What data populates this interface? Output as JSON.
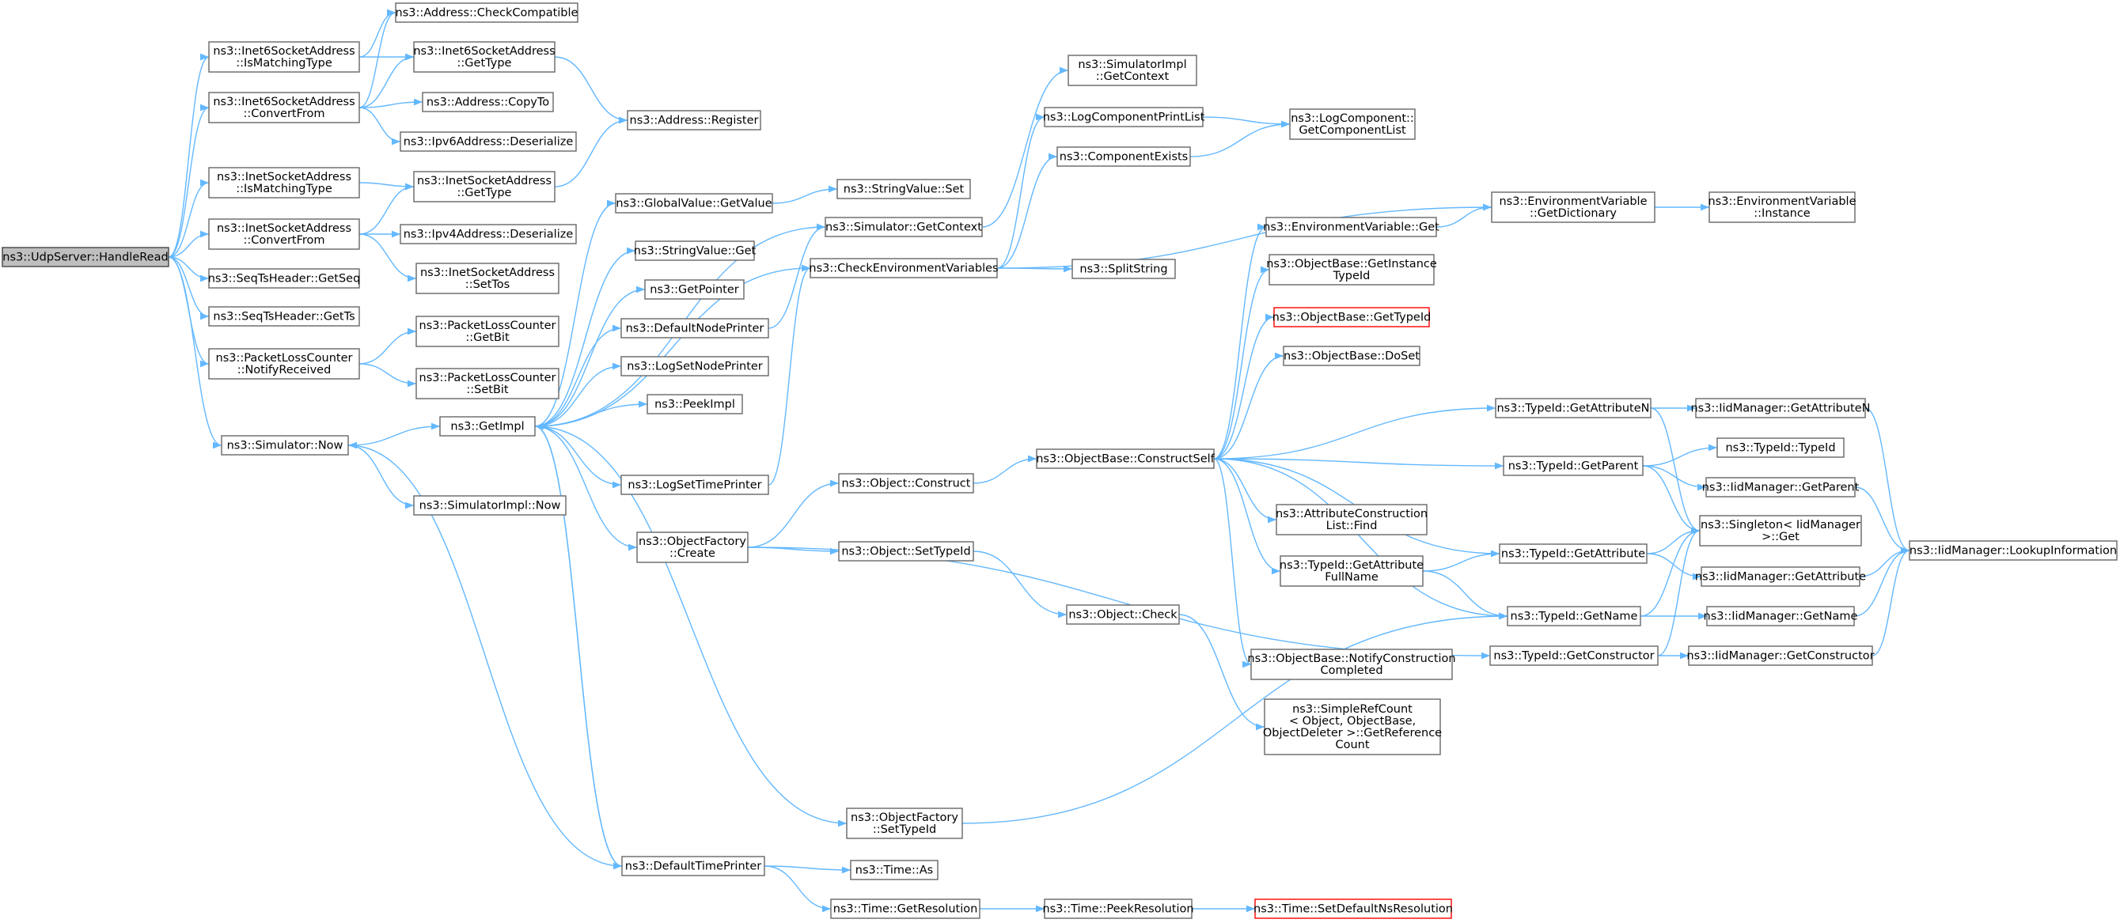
{
  "title": "ns3::UdpServer::HandleRead",
  "colors": {
    "edge": "#63b8ff",
    "node_border": "#666666",
    "root_fill": "#bfbfbf",
    "highlight_border": "#ff0000"
  },
  "nodes": [
    {
      "id": "n0",
      "lines": [
        "ns3::UdpServer::HandleRead"
      ],
      "root": true
    },
    {
      "id": "n1",
      "lines": [
        "ns3::Address::CheckCompatible"
      ]
    },
    {
      "id": "n2",
      "lines": [
        "ns3::Inet6SocketAddress",
        "::IsMatchingType"
      ]
    },
    {
      "id": "n3",
      "lines": [
        "ns3::Inet6SocketAddress",
        "::GetType"
      ]
    },
    {
      "id": "n4",
      "lines": [
        "ns3::Inet6SocketAddress",
        "::ConvertFrom"
      ]
    },
    {
      "id": "n5",
      "lines": [
        "ns3::Address::CopyTo"
      ]
    },
    {
      "id": "n6",
      "lines": [
        "ns3::Address::Register"
      ]
    },
    {
      "id": "n7",
      "lines": [
        "ns3::Ipv6Address::Deserialize"
      ]
    },
    {
      "id": "n8",
      "lines": [
        "ns3::InetSocketAddress",
        "::IsMatchingType"
      ]
    },
    {
      "id": "n9",
      "lines": [
        "ns3::InetSocketAddress",
        "::GetType"
      ]
    },
    {
      "id": "n10",
      "lines": [
        "ns3::InetSocketAddress",
        "::ConvertFrom"
      ]
    },
    {
      "id": "n11",
      "lines": [
        "ns3::Ipv4Address::Deserialize"
      ]
    },
    {
      "id": "n12",
      "lines": [
        "ns3::InetSocketAddress",
        "::SetTos"
      ]
    },
    {
      "id": "n13",
      "lines": [
        "ns3::SeqTsHeader::GetSeq"
      ]
    },
    {
      "id": "n14",
      "lines": [
        "ns3::SeqTsHeader::GetTs"
      ]
    },
    {
      "id": "n15",
      "lines": [
        "ns3::PacketLossCounter",
        "::NotifyReceived"
      ]
    },
    {
      "id": "n16",
      "lines": [
        "ns3::PacketLossCounter",
        "::GetBit"
      ]
    },
    {
      "id": "n17",
      "lines": [
        "ns3::PacketLossCounter",
        "::SetBit"
      ]
    },
    {
      "id": "n18",
      "lines": [
        "ns3::Simulator::Now"
      ]
    },
    {
      "id": "n19",
      "lines": [
        "ns3::SimulatorImpl::Now"
      ]
    },
    {
      "id": "n20",
      "lines": [
        "ns3::GetImpl"
      ]
    },
    {
      "id": "n21",
      "lines": [
        "ns3::GlobalValue::GetValue"
      ]
    },
    {
      "id": "n22",
      "lines": [
        "ns3::StringValue::Set"
      ]
    },
    {
      "id": "n23",
      "lines": [
        "ns3::StringValue::Get"
      ]
    },
    {
      "id": "n24",
      "lines": [
        "ns3::GetPointer"
      ]
    },
    {
      "id": "n25",
      "lines": [
        "ns3::DefaultNodePrinter"
      ]
    },
    {
      "id": "n26",
      "lines": [
        "ns3::LogSetNodePrinter"
      ]
    },
    {
      "id": "n27",
      "lines": [
        "ns3::PeekImpl"
      ]
    },
    {
      "id": "n28",
      "lines": [
        "ns3::LogSetTimePrinter"
      ]
    },
    {
      "id": "n29",
      "lines": [
        "ns3::ObjectFactory",
        "::Create"
      ]
    },
    {
      "id": "n30",
      "lines": [
        "ns3::DefaultTimePrinter"
      ]
    },
    {
      "id": "n31",
      "lines": [
        "ns3::Simulator::GetContext"
      ]
    },
    {
      "id": "n32",
      "lines": [
        "ns3::CheckEnvironmentVariables"
      ]
    },
    {
      "id": "n33",
      "lines": [
        "ns3::SimulatorImpl",
        "::GetContext"
      ]
    },
    {
      "id": "n34",
      "lines": [
        "ns3::LogComponentPrintList"
      ]
    },
    {
      "id": "n35",
      "lines": [
        "ns3::ComponentExists"
      ]
    },
    {
      "id": "n36",
      "lines": [
        "ns3::SplitString"
      ]
    },
    {
      "id": "n37",
      "lines": [
        "ns3::LogComponent::",
        "GetComponentList"
      ]
    },
    {
      "id": "n38",
      "lines": [
        "ns3::EnvironmentVariable",
        "::GetDictionary"
      ]
    },
    {
      "id": "n39",
      "lines": [
        "ns3::EnvironmentVariable",
        "::Instance"
      ]
    },
    {
      "id": "n40",
      "lines": [
        "ns3::Object::Construct"
      ]
    },
    {
      "id": "n41",
      "lines": [
        "ns3::Object::SetTypeId"
      ]
    },
    {
      "id": "n42",
      "lines": [
        "ns3::Object::Check"
      ]
    },
    {
      "id": "n43",
      "lines": [
        "ns3::ObjectFactory",
        "::SetTypeId"
      ]
    },
    {
      "id": "n44",
      "lines": [
        "ns3::Time::As"
      ]
    },
    {
      "id": "n45",
      "lines": [
        "ns3::Time::GetResolution"
      ]
    },
    {
      "id": "n46",
      "lines": [
        "ns3::Time::PeekResolution"
      ]
    },
    {
      "id": "n47",
      "lines": [
        "ns3::Time::SetDefaultNsResolution"
      ],
      "red": true
    },
    {
      "id": "n48",
      "lines": [
        "ns3::ObjectBase::ConstructSelf"
      ]
    },
    {
      "id": "n49",
      "lines": [
        "ns3::EnvironmentVariable::Get"
      ]
    },
    {
      "id": "n50",
      "lines": [
        "ns3::ObjectBase::GetInstance",
        "TypeId"
      ]
    },
    {
      "id": "n51",
      "lines": [
        "ns3::ObjectBase::GetTypeId"
      ],
      "red": true
    },
    {
      "id": "n52",
      "lines": [
        "ns3::ObjectBase::DoSet"
      ]
    },
    {
      "id": "n53",
      "lines": [
        "ns3::AttributeConstruction",
        "List::Find"
      ]
    },
    {
      "id": "n54",
      "lines": [
        "ns3::TypeId::GetAttribute",
        "FullName"
      ]
    },
    {
      "id": "n55",
      "lines": [
        "ns3::ObjectBase::NotifyConstruction",
        "Completed"
      ]
    },
    {
      "id": "n56",
      "lines": [
        "ns3::SimpleRefCount",
        "< Object, ObjectBase,",
        "ObjectDeleter >::GetReference",
        "Count"
      ]
    },
    {
      "id": "n57",
      "lines": [
        "ns3::TypeId::GetAttributeN"
      ]
    },
    {
      "id": "n58",
      "lines": [
        "ns3::TypeId::GetParent"
      ]
    },
    {
      "id": "n59",
      "lines": [
        "ns3::TypeId::GetAttribute"
      ]
    },
    {
      "id": "n60",
      "lines": [
        "ns3::TypeId::GetName"
      ]
    },
    {
      "id": "n61",
      "lines": [
        "ns3::TypeId::GetConstructor"
      ]
    },
    {
      "id": "n62",
      "lines": [
        "ns3::IidManager::GetAttributeN"
      ]
    },
    {
      "id": "n63",
      "lines": [
        "ns3::TypeId::TypeId"
      ]
    },
    {
      "id": "n64",
      "lines": [
        "ns3::IidManager::GetParent"
      ]
    },
    {
      "id": "n65",
      "lines": [
        "ns3::Singleton< IidManager",
        " >::Get"
      ]
    },
    {
      "id": "n66",
      "lines": [
        "ns3::IidManager::GetAttribute"
      ]
    },
    {
      "id": "n67",
      "lines": [
        "ns3::IidManager::GetName"
      ]
    },
    {
      "id": "n68",
      "lines": [
        "ns3::IidManager::GetConstructor"
      ]
    },
    {
      "id": "n69",
      "lines": [
        "ns3::IidManager::LookupInformation"
      ]
    }
  ],
  "edges": [
    [
      "n0",
      "n2"
    ],
    [
      "n0",
      "n4"
    ],
    [
      "n0",
      "n8"
    ],
    [
      "n0",
      "n10"
    ],
    [
      "n0",
      "n13"
    ],
    [
      "n0",
      "n14"
    ],
    [
      "n0",
      "n15"
    ],
    [
      "n0",
      "n18"
    ],
    [
      "n2",
      "n1"
    ],
    [
      "n2",
      "n3"
    ],
    [
      "n4",
      "n1"
    ],
    [
      "n4",
      "n3"
    ],
    [
      "n4",
      "n5"
    ],
    [
      "n4",
      "n7"
    ],
    [
      "n3",
      "n6"
    ],
    [
      "n8",
      "n9"
    ],
    [
      "n10",
      "n9"
    ],
    [
      "n10",
      "n11"
    ],
    [
      "n10",
      "n12"
    ],
    [
      "n9",
      "n6"
    ],
    [
      "n15",
      "n16"
    ],
    [
      "n15",
      "n17"
    ],
    [
      "n18",
      "n19"
    ],
    [
      "n18",
      "n20"
    ],
    [
      "n20",
      "n21"
    ],
    [
      "n20",
      "n23"
    ],
    [
      "n20",
      "n24"
    ],
    [
      "n20",
      "n25"
    ],
    [
      "n20",
      "n26"
    ],
    [
      "n20",
      "n27"
    ],
    [
      "n20",
      "n28"
    ],
    [
      "n20",
      "n29"
    ],
    [
      "n20",
      "n30"
    ],
    [
      "n20",
      "n31"
    ],
    [
      "n20",
      "n32"
    ],
    [
      "n20",
      "n43"
    ],
    [
      "n21",
      "n22"
    ],
    [
      "n25",
      "n31"
    ],
    [
      "n28",
      "n32"
    ],
    [
      "n30",
      "n18"
    ],
    [
      "n30",
      "n20"
    ],
    [
      "n30",
      "n44"
    ],
    [
      "n30",
      "n45"
    ],
    [
      "n31",
      "n33"
    ],
    [
      "n32",
      "n34"
    ],
    [
      "n32",
      "n35"
    ],
    [
      "n32",
      "n36"
    ],
    [
      "n32",
      "n38"
    ],
    [
      "n34",
      "n37"
    ],
    [
      "n35",
      "n37"
    ],
    [
      "n38",
      "n39"
    ],
    [
      "n29",
      "n40"
    ],
    [
      "n29",
      "n41"
    ],
    [
      "n29",
      "n61"
    ],
    [
      "n40",
      "n48"
    ],
    [
      "n41",
      "n42"
    ],
    [
      "n42",
      "n56"
    ],
    [
      "n43",
      "n60"
    ],
    [
      "n45",
      "n46"
    ],
    [
      "n46",
      "n47"
    ],
    [
      "n48",
      "n49"
    ],
    [
      "n48",
      "n50"
    ],
    [
      "n48",
      "n51"
    ],
    [
      "n48",
      "n52"
    ],
    [
      "n48",
      "n53"
    ],
    [
      "n48",
      "n54"
    ],
    [
      "n48",
      "n55"
    ],
    [
      "n48",
      "n57"
    ],
    [
      "n48",
      "n58"
    ],
    [
      "n48",
      "n59"
    ],
    [
      "n48",
      "n60"
    ],
    [
      "n49",
      "n38"
    ],
    [
      "n54",
      "n59"
    ],
    [
      "n54",
      "n60"
    ],
    [
      "n57",
      "n62"
    ],
    [
      "n57",
      "n65"
    ],
    [
      "n58",
      "n63"
    ],
    [
      "n58",
      "n64"
    ],
    [
      "n58",
      "n65"
    ],
    [
      "n59",
      "n65"
    ],
    [
      "n59",
      "n66"
    ],
    [
      "n60",
      "n65"
    ],
    [
      "n60",
      "n67"
    ],
    [
      "n61",
      "n65"
    ],
    [
      "n61",
      "n68"
    ],
    [
      "n62",
      "n69"
    ],
    [
      "n64",
      "n69"
    ],
    [
      "n66",
      "n69"
    ],
    [
      "n67",
      "n69"
    ],
    [
      "n68",
      "n69"
    ]
  ]
}
